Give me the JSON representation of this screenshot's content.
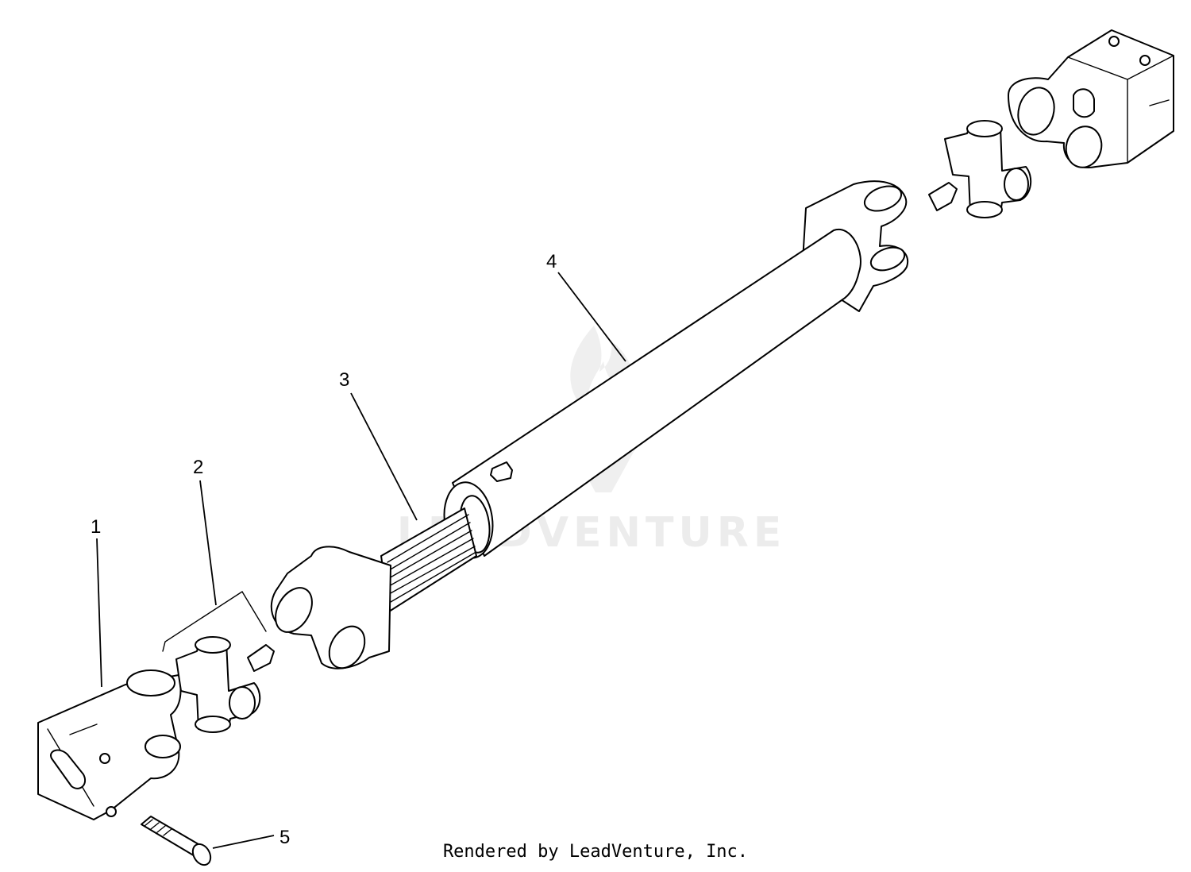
{
  "diagram": {
    "callouts": [
      "1",
      "2",
      "3",
      "4",
      "5"
    ],
    "watermark": "LEADVENTURE",
    "credit": "Rendered by LeadVenture, Inc."
  }
}
